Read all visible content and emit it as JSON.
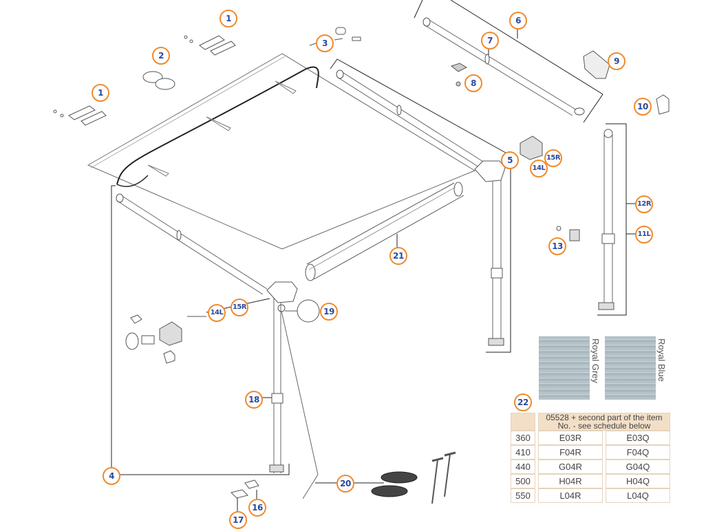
{
  "title": "Awning exploded parts diagram",
  "callouts": [
    {
      "id": "1",
      "label": "1"
    },
    {
      "id": "1b",
      "label": "1"
    },
    {
      "id": "2",
      "label": "2"
    },
    {
      "id": "3",
      "label": "3"
    },
    {
      "id": "4",
      "label": "4"
    },
    {
      "id": "5",
      "label": "5"
    },
    {
      "id": "6",
      "label": "6"
    },
    {
      "id": "7",
      "label": "7"
    },
    {
      "id": "8",
      "label": "8"
    },
    {
      "id": "9",
      "label": "9"
    },
    {
      "id": "10",
      "label": "10"
    },
    {
      "id": "11L",
      "label": "11L"
    },
    {
      "id": "12R",
      "label": "12R"
    },
    {
      "id": "13",
      "label": "13"
    },
    {
      "id": "14L-a",
      "label": "14L"
    },
    {
      "id": "15R-a",
      "label": "15R"
    },
    {
      "id": "14L-b",
      "label": "14L"
    },
    {
      "id": "15R-b",
      "label": "15R"
    },
    {
      "id": "16",
      "label": "16"
    },
    {
      "id": "17",
      "label": "17"
    },
    {
      "id": "18",
      "label": "18"
    },
    {
      "id": "19",
      "label": "19"
    },
    {
      "id": "20",
      "label": "20"
    },
    {
      "id": "21",
      "label": "21"
    },
    {
      "id": "22",
      "label": "22"
    }
  ],
  "fabric": {
    "swatches": [
      {
        "name": "Royal Grey",
        "color": "#a9b8bd"
      },
      {
        "name": "Royal Blue",
        "color": "#a5b8c2"
      }
    ],
    "table": {
      "header": "05528 + second part of the item No. - see schedule below",
      "rows": [
        {
          "size": "360",
          "grey": "E03R",
          "blue": "E03Q"
        },
        {
          "size": "410",
          "grey": "F04R",
          "blue": "F04Q"
        },
        {
          "size": "440",
          "grey": "G04R",
          "blue": "G04Q"
        },
        {
          "size": "500",
          "grey": "H04R",
          "blue": "H04Q"
        },
        {
          "size": "550",
          "grey": "L04R",
          "blue": "L04Q"
        }
      ]
    }
  },
  "colors": {
    "callout_border": "#f08a2c",
    "callout_text": "#2b4a9b",
    "table_header_bg": "#f3dfc8"
  }
}
